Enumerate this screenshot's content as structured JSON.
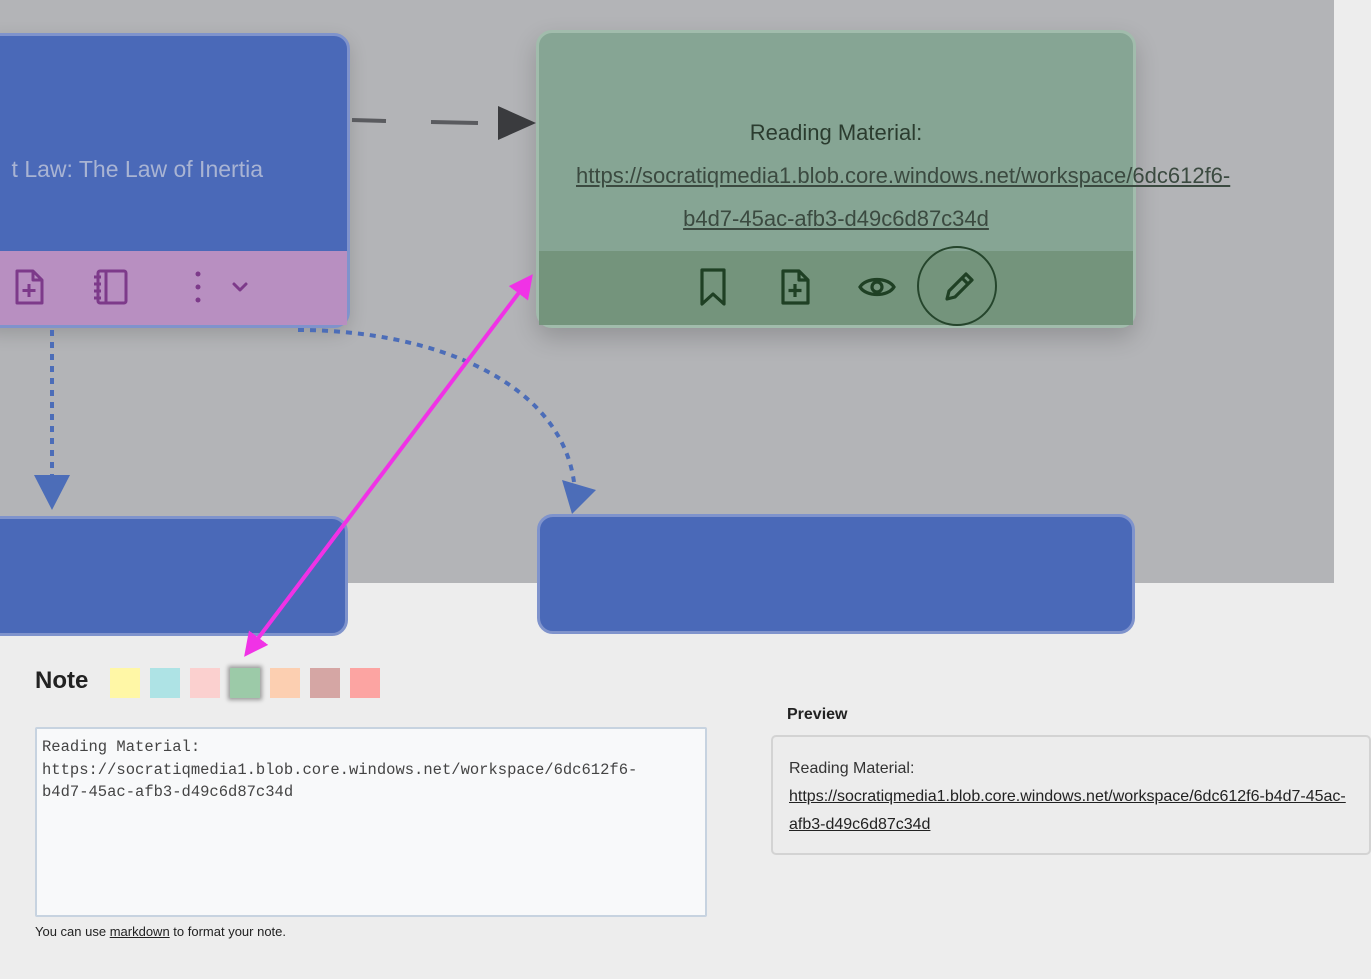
{
  "canvas": {
    "topic_node": {
      "title": "t Law: The Law of Inertia",
      "toolbar_icons": [
        "add-page-icon",
        "notebook-icon",
        "more-vertical-icon",
        "chevron-down-icon"
      ]
    },
    "reading_node": {
      "label": "Reading Material:",
      "url_line1": "https://socratiqmedia1.blob.core.windows.net/workspace/6dc612f6-",
      "url_line2": "b4d7-45ac-afb3-d49c6d87c34d",
      "toolbar_icons": [
        "bookmark-icon",
        "add-page-icon",
        "eye-icon",
        "pencil-icon"
      ]
    }
  },
  "note_editor": {
    "heading": "Note",
    "colors": [
      "#fff7a6",
      "#aee3e5",
      "#fbd0cf",
      "#9ccaa8",
      "#fccfb1",
      "#d5a6a4",
      "#fca4a2"
    ],
    "selected_color_index": 3,
    "textarea_value": "Reading Material:\nhttps://socratiqmedia1.blob.core.windows.net/workspace/6dc612f6-\nb4d7-45ac-afb3-d49c6d87c34d",
    "help_prefix": "You can use ",
    "help_link": "markdown",
    "help_suffix": " to format your note.",
    "preview_heading": "Preview",
    "preview_label": "Reading Material:",
    "preview_url": "https://socratiqmedia1.blob.core.windows.net/workspace/6dc612f6-b4d7-45ac-afb3-d49c6d87c34d"
  }
}
